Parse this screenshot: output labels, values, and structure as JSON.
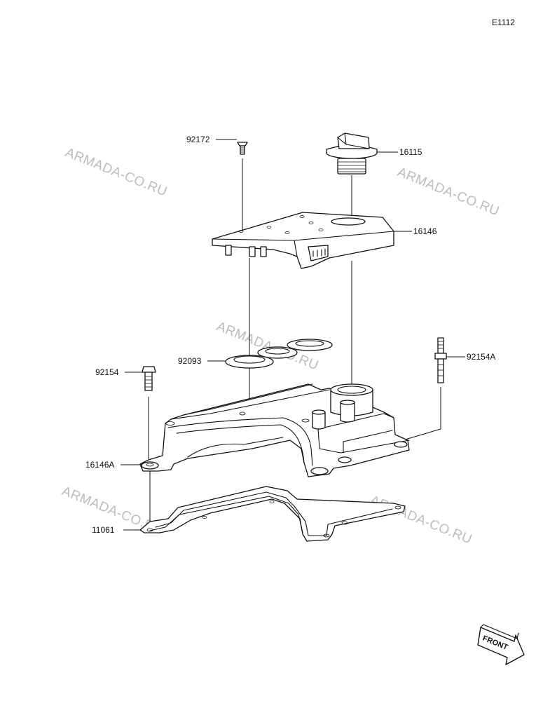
{
  "diagram_code": "E1112",
  "watermark_text": "ARMADA-CO.RU",
  "front_label": "FRONT",
  "parts": {
    "p92172": "92172",
    "p16115": "16115",
    "p16146": "16146",
    "p92093": "92093",
    "p92154": "92154",
    "p92154A": "92154A",
    "p16146A": "16146A",
    "p11061": "11061"
  }
}
